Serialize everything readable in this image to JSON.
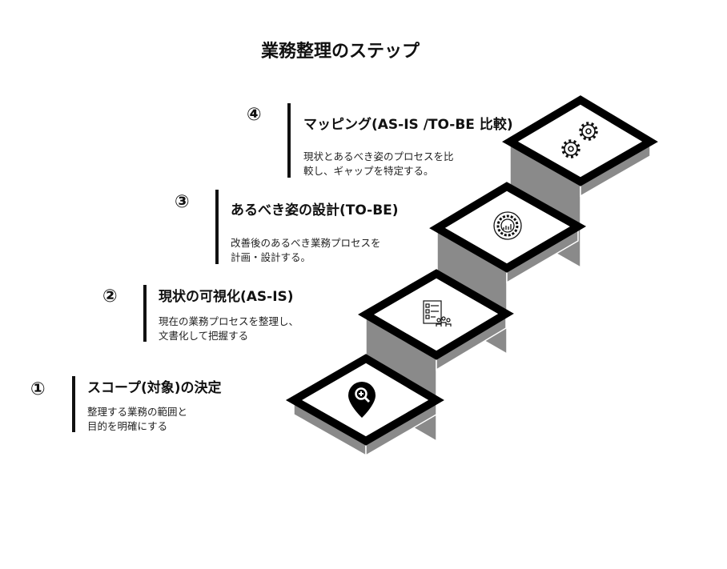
{
  "title": "業務整理のステップ",
  "steps": [
    {
      "number": "①",
      "heading": "スコープ(対象)の決定",
      "desc1": "整理する業務の範囲と",
      "desc2": "目的を明確にする",
      "icon": "map-pin-search-icon"
    },
    {
      "number": "②",
      "heading": "現状の可視化(AS-IS)",
      "desc1": "現在の業務プロセスを整理し、",
      "desc2": "文書化して把握する",
      "icon": "checklist-team-icon"
    },
    {
      "number": "③",
      "heading": "あるべき姿の設計(TO-BE)",
      "desc1": "改善後のあるべき業務プロセスを",
      "desc2": "計画・設計する。",
      "icon": "gear-chart-icon"
    },
    {
      "number": "④",
      "heading": "マッピング(AS-IS /TO-BE 比較)",
      "desc1": "現状とあるべき姿のプロセスを比",
      "desc2": "較し、ギャップを特定する。",
      "icon": "gears-icon"
    }
  ],
  "colors": {
    "face": "#8a8a8a",
    "border": "#000000",
    "top": "#ffffff"
  }
}
